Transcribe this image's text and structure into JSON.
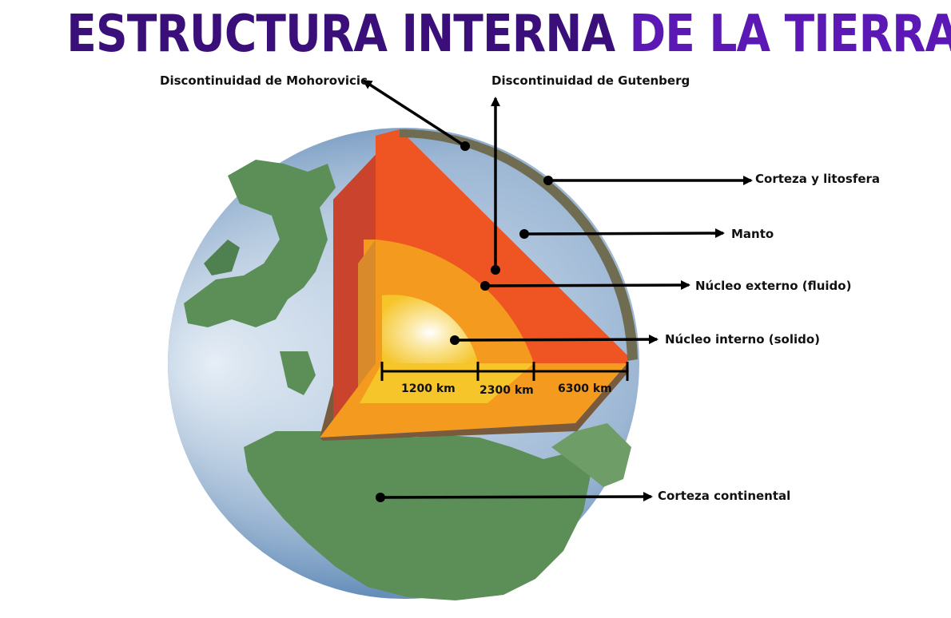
{
  "title": {
    "part1": "ESTRUCTURA INTERNA",
    "part2": "DE LA TIERRA"
  },
  "labels": {
    "mohorovicic": "Discontinuidad de Mohorovicic",
    "gutenberg": "Discontinuidad de Gutenberg",
    "corteza_litosfera": "Corteza y litosfera",
    "manto": "Manto",
    "nucleo_externo": "Núcleo externo (fluido)",
    "nucleo_interno": "Núcleo interno (solido)",
    "corteza_continental": "Corteza continental"
  },
  "scale": {
    "inner": "1200 km",
    "outer_core": "2300 km",
    "mantle": "6300 km"
  },
  "colors": {
    "title_dark": "#3b0f7a",
    "title_light": "#5b18b5",
    "ocean": "#9fb9d6",
    "land": "#5c8e58",
    "crust": "#7a5a3c",
    "mantle": "#ef5423",
    "outer_core": "#f39a1f",
    "inner_core": "#f8d23a"
  }
}
